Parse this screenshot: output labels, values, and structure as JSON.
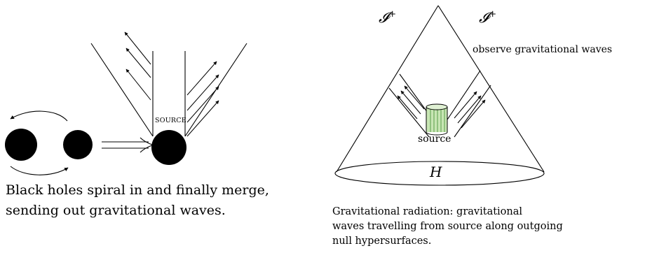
{
  "left_diagram": {
    "source_label": "SOURCE",
    "caption_lines": [
      "Black holes spiral in and finally merge,",
      "sending out gravitational waves."
    ]
  },
  "right_diagram": {
    "scri_left": "𝓘",
    "scri_right": "𝓘",
    "scri_superscript": "+",
    "observe_label": "observe gravitational waves",
    "source_label": "source",
    "horizon_label": "H",
    "caption_lines": [
      "Gravitational radiation: gravitational",
      "waves travelling from source along outgoing",
      "null hypersurfaces."
    ]
  },
  "colors": {
    "ink": "#000000",
    "source_fill": "#c8e6b4",
    "source_stroke": "#3c8a2e"
  }
}
